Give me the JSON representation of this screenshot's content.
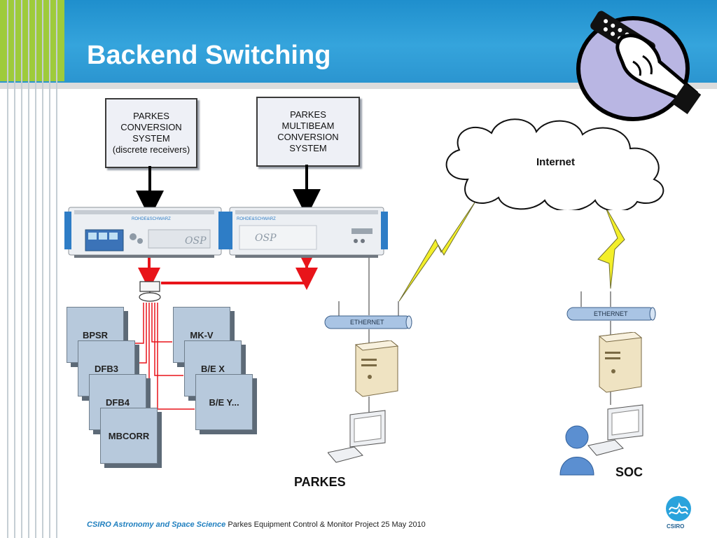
{
  "slide": {
    "title": "Backend Switching"
  },
  "diagram": {
    "conversion_system": "PARKES CONVERSION SYSTEM (discrete receivers)",
    "conversion_lines": [
      "PARKES",
      "CONVERSION",
      "SYSTEM",
      "(discrete receivers)"
    ],
    "multibeam_lines": [
      "PARKES",
      "MULTIBEAM",
      "CONVERSION",
      "SYSTEM"
    ],
    "backends": [
      "BPSR",
      "DFB3",
      "DFB4",
      "MBCORR",
      "MK-V",
      "B/E X",
      "B/E Y..."
    ],
    "cloud_label": "Internet",
    "ethernet_left": "ETHERNET",
    "ethernet_right": "ETHERNET",
    "parkes_label": "PARKES",
    "soc_label": "SOC",
    "device_brand_1": "ROHDE&SCHWARZ",
    "device_brand_2": "ROHDE&SCHWARZ",
    "device_osp_1": "OSP",
    "device_osp_2": "OSP"
  },
  "footer": {
    "org": "CSIRO Astronomy and Space Science",
    "project": "Parkes Equipment Control & Monitor Project 25 May 2010"
  },
  "logo": {
    "text": "CSIRO"
  },
  "colors": {
    "header_blue": "#2b95d0",
    "accent_green": "#9ecb3b",
    "signal_red": "#e8141a",
    "backend_fill": "#b7c9dc",
    "footer_org": "#1f7fbf"
  }
}
